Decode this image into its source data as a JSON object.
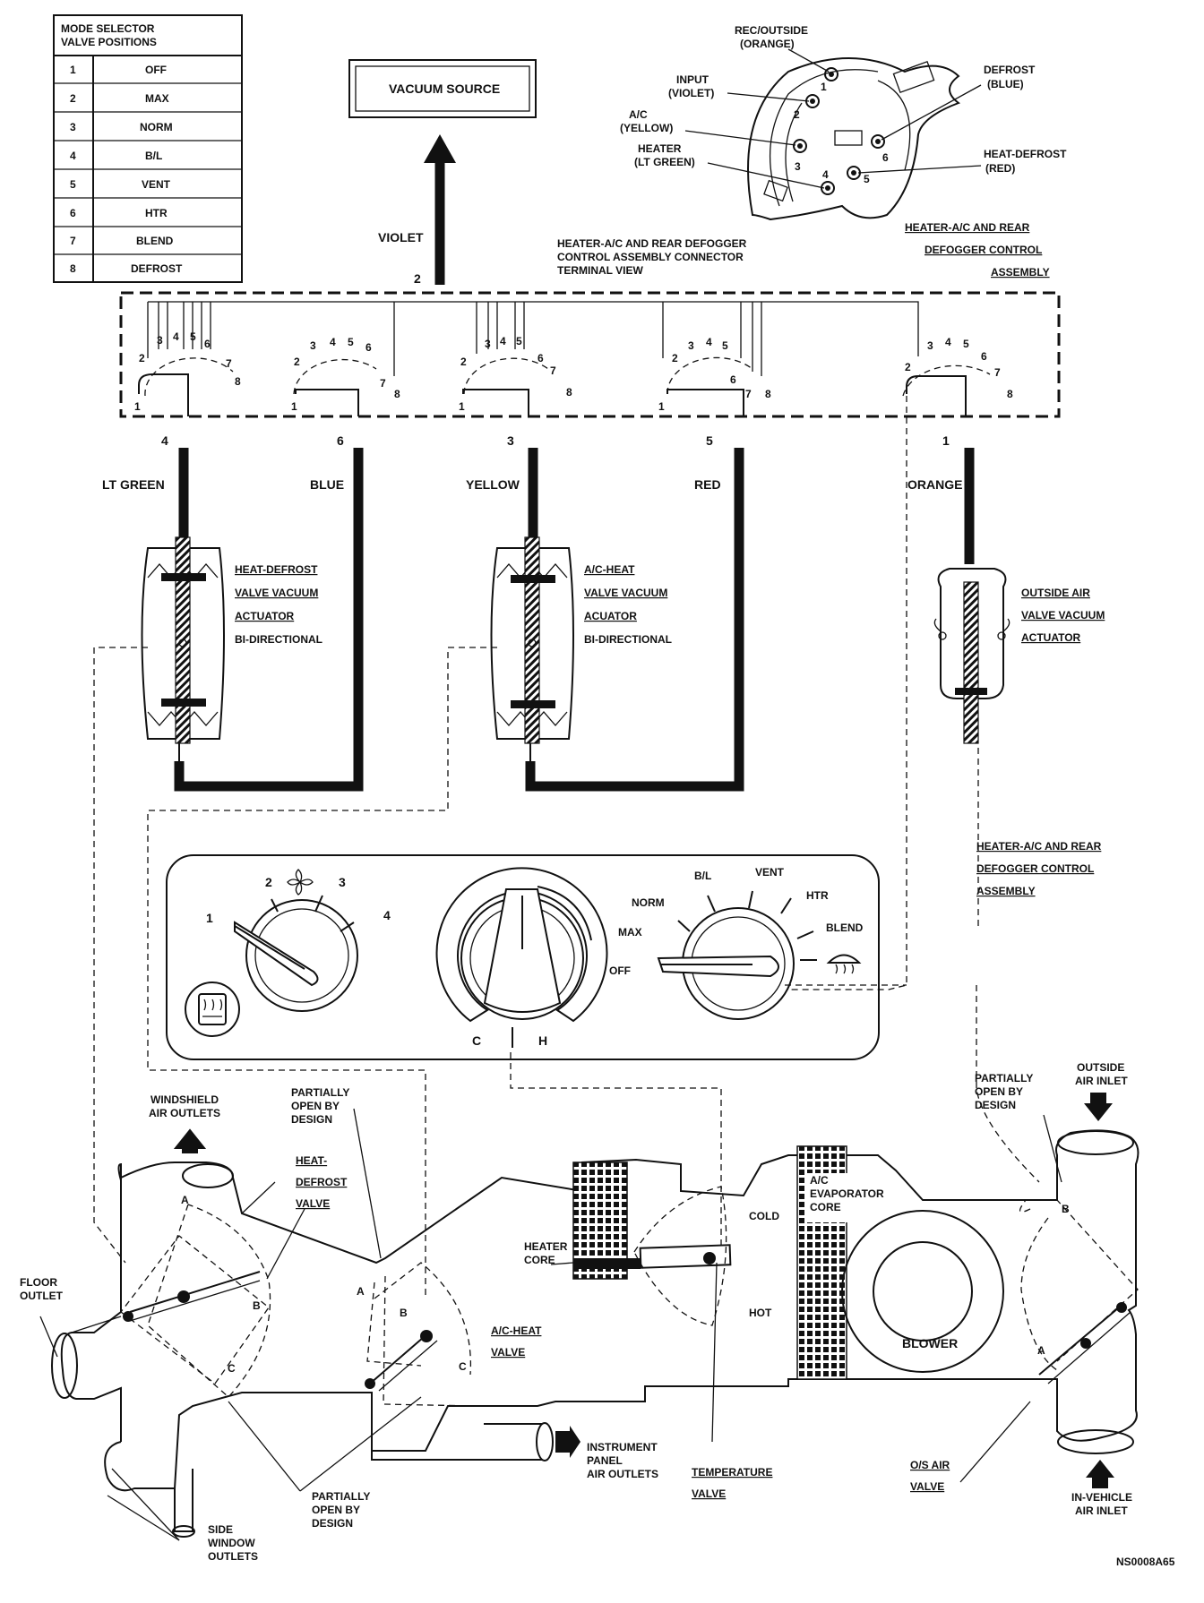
{
  "mode_table": {
    "header": "MODE SELECTOR VALVE POSITIONS",
    "header_line1": "MODE SELECTOR",
    "header_line2": "VALVE POSITIONS",
    "rows": [
      {
        "num": "1",
        "mode": "OFF"
      },
      {
        "num": "2",
        "mode": "MAX"
      },
      {
        "num": "3",
        "mode": "NORM"
      },
      {
        "num": "4",
        "mode": "B/L"
      },
      {
        "num": "5",
        "mode": "VENT"
      },
      {
        "num": "6",
        "mode": "HTR"
      },
      {
        "num": "7",
        "mode": "BLEND"
      },
      {
        "num": "8",
        "mode": "DEFROST"
      }
    ]
  },
  "vacuum_source": "VACUUM SOURCE",
  "connector": {
    "label_rec": "REC/OUTSIDE",
    "label_rec_color": "(ORANGE)",
    "label_input": "INPUT",
    "label_input_color": "(VIOLET)",
    "label_ac": "A/C",
    "label_ac_color": "(YELLOW)",
    "label_heater": "HEATER",
    "label_heater_color": "(LT GREEN)",
    "label_defrost": "DEFROST",
    "label_defrost_color": "(BLUE)",
    "label_hd": "HEAT-DEFROST",
    "label_hd_color": "(RED)",
    "pins": [
      "1",
      "2",
      "3",
      "4",
      "5",
      "6"
    ]
  },
  "labels": {
    "violet": "VIOLET",
    "violet_num": "2",
    "terminal_view_1": "HEATER-A/C AND REAR DEFOGGER",
    "terminal_view_2": "CONTROL ASSEMBLY CONNECTOR",
    "terminal_view_3": "TERMINAL VIEW",
    "control_assembly_1": "HEATER-A/C AND REAR",
    "control_assembly_2": "DEFOGGER CONTROL",
    "control_assembly_3": "ASSEMBLY",
    "hose_lt_green": "LT GREEN",
    "hose_blue": "BLUE",
    "hose_yellow": "YELLOW",
    "hose_red": "RED",
    "hose_orange": "ORANGE",
    "hose_num_4": "4",
    "hose_num_6": "6",
    "hose_num_3": "3",
    "hose_num_5": "5",
    "hose_num_1": "1",
    "hd_actuator_1": "HEAT-DEFROST",
    "hd_actuator_2": "VALVE VACUUM",
    "hd_actuator_3": "ACTUATOR",
    "hd_actuator_4": "BI-DIRECTIONAL",
    "ac_actuator_1": "A/C-HEAT",
    "ac_actuator_2": "VALVE VACUUM",
    "ac_actuator_3": "ACUATOR",
    "ac_actuator_4": "BI-DIRECTIONAL",
    "oa_actuator_1": "OUTSIDE AIR",
    "oa_actuator_2": "VALVE VACUUM",
    "oa_actuator_3": "ACTUATOR",
    "panel_assembly_1": "HEATER-A/C AND REAR",
    "panel_assembly_2": "DEFOGGER CONTROL",
    "panel_assembly_3": "ASSEMBLY"
  },
  "control_panel": {
    "fan_1": "1",
    "fan_2": "2",
    "fan_3": "3",
    "fan_4": "4",
    "temp_c": "C",
    "temp_h": "H",
    "mode_off": "OFF",
    "mode_max": "MAX",
    "mode_norm": "NORM",
    "mode_bl": "B/L",
    "mode_vent": "VENT",
    "mode_htr": "HTR",
    "mode_blend": "BLEND"
  },
  "duct": {
    "windshield_1": "WINDSHIELD",
    "windshield_2": "AIR OUTLETS",
    "partial_1a": "PARTIALLY",
    "partial_1b": "OPEN BY",
    "partial_1c": "DESIGN",
    "hd_valve_1": "HEAT-",
    "hd_valve_2": "DEFROST",
    "hd_valve_3": "VALVE",
    "floor_1": "FLOOR",
    "floor_2": "OUTLET",
    "ac_heat_valve_1": "A/C-HEAT",
    "ac_heat_valve_2": "VALVE",
    "heater_core_1": "HEATER",
    "heater_core_2": "CORE",
    "cold": "COLD",
    "hot": "HOT",
    "evap_1": "A/C",
    "evap_2": "EVAPORATOR",
    "evap_3": "CORE",
    "blower": "BLOWER",
    "partial_2a": "PARTIALLY",
    "partial_2b": "OPEN BY",
    "partial_2c": "DESIGN",
    "outside_1": "OUTSIDE",
    "outside_2": "AIR INLET",
    "partial_3a": "PARTIALLY",
    "partial_3b": "OPEN BY",
    "partial_3c": "DESIGN",
    "ip_1": "INSTRUMENT",
    "ip_2": "PANEL",
    "ip_3": "AIR OUTLETS",
    "temp_valve_1": "TEMPERATURE",
    "temp_valve_2": "VALVE",
    "os_valve_1": "O/S AIR",
    "os_valve_2": "VALVE",
    "invehicle_1": "IN-VEHICLE",
    "invehicle_2": "AIR INLET",
    "side_1": "SIDE",
    "side_2": "WINDOW",
    "side_3": "OUTLETS",
    "door_a": "A",
    "door_b": "B",
    "door_c": "C"
  },
  "figure_code": "NS0008A65"
}
